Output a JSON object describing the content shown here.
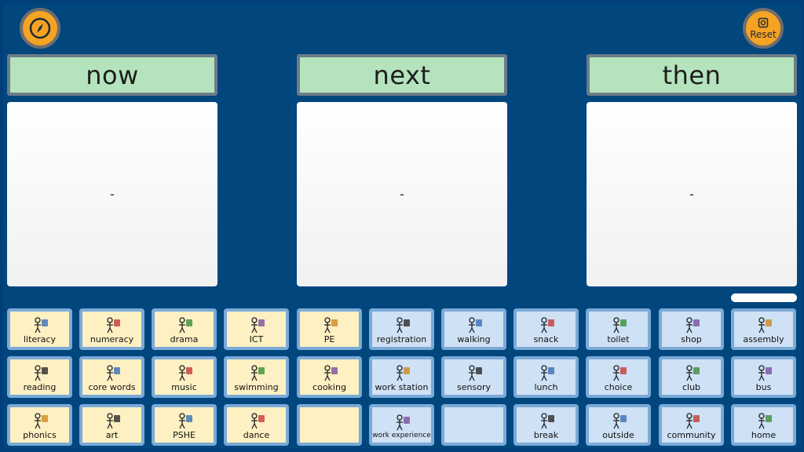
{
  "header": {
    "left_button_icon": "compass-icon",
    "reset_label": "Reset"
  },
  "columns": [
    {
      "title": "now",
      "content": "-"
    },
    {
      "title": "next",
      "content": "-"
    },
    {
      "title": "then",
      "content": "-"
    }
  ],
  "colors": {
    "background": "#02467e",
    "header_green": "#b5e3bd",
    "tile_yellow": "#fdf0c2",
    "tile_blue": "#cfe1f4",
    "button_orange": "#f6a223"
  },
  "tiles": [
    {
      "label": "literacy",
      "color": "yellow"
    },
    {
      "label": "numeracy",
      "color": "yellow"
    },
    {
      "label": "drama",
      "color": "yellow"
    },
    {
      "label": "ICT",
      "color": "yellow"
    },
    {
      "label": "PE",
      "color": "yellow"
    },
    {
      "label": "registration",
      "color": "blue"
    },
    {
      "label": "walking",
      "color": "blue"
    },
    {
      "label": "snack",
      "color": "blue"
    },
    {
      "label": "toilet",
      "color": "blue"
    },
    {
      "label": "shop",
      "color": "blue"
    },
    {
      "label": "assembly",
      "color": "blue"
    },
    {
      "label": "reading",
      "color": "yellow"
    },
    {
      "label": "core words",
      "color": "yellow"
    },
    {
      "label": "music",
      "color": "yellow"
    },
    {
      "label": "swimming",
      "color": "yellow"
    },
    {
      "label": "cooking",
      "color": "yellow"
    },
    {
      "label": "work station",
      "color": "blue"
    },
    {
      "label": "sensory",
      "color": "blue"
    },
    {
      "label": "lunch",
      "color": "blue"
    },
    {
      "label": "choice",
      "color": "blue"
    },
    {
      "label": "club",
      "color": "blue"
    },
    {
      "label": "bus",
      "color": "blue"
    },
    {
      "label": "phonics",
      "color": "yellow"
    },
    {
      "label": "art",
      "color": "yellow"
    },
    {
      "label": "PSHE",
      "color": "yellow"
    },
    {
      "label": "dance",
      "color": "yellow"
    },
    {
      "label": "",
      "color": "yellow"
    },
    {
      "label": "work experience",
      "color": "blue"
    },
    {
      "label": "",
      "color": "blue"
    },
    {
      "label": "break",
      "color": "blue"
    },
    {
      "label": "outside",
      "color": "blue"
    },
    {
      "label": "community",
      "color": "blue"
    },
    {
      "label": "home",
      "color": "blue"
    }
  ]
}
